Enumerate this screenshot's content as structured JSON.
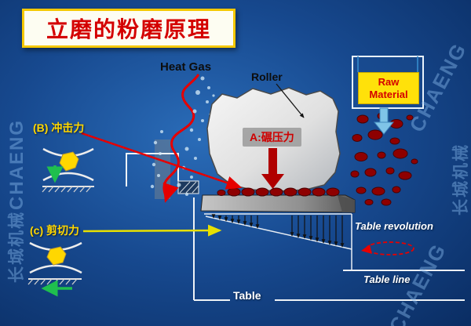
{
  "title": "立磨的粉磨原理",
  "watermarks": {
    "brand": "CHAENG",
    "company": "长城机械"
  },
  "labels": {
    "heat_gas": "Heat Gas",
    "roller": "Roller",
    "raw_material": "Raw Material",
    "impact_force": "(B) 冲击力",
    "grinding_pressure": "A:碾压力",
    "shear_force": "(c) 剪切力",
    "table_revolution": "Table revolution",
    "table_line": "Table line",
    "table": "Table"
  },
  "colors": {
    "background": "#17498f",
    "title_text": "#d40000",
    "title_border": "#f5c800",
    "label_yellow": "#ffd700",
    "arrow_red": "#e60000",
    "pressure_arrow_red": "#b00000",
    "particle_red": "#8e0000",
    "arrow_green": "#1fbf4e",
    "arrow_blue": "#7fc4e8",
    "raw_material_bg": "#ffe10a"
  }
}
